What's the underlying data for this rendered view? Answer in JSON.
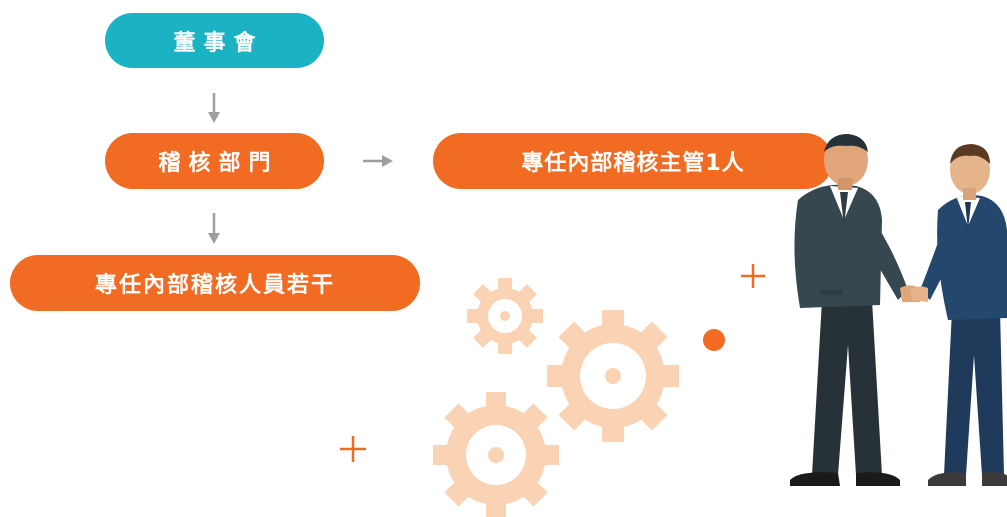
{
  "nodes": {
    "board": "董事會",
    "audit_dept": "稽核部門",
    "chief_auditor": "專任內部稽核主管1人",
    "audit_staff": "專任內部稽核人員若干"
  },
  "colors": {
    "board_fill": "#1BB3C4",
    "node_fill": "#F26B22",
    "arrow": "#9E9E9E",
    "gear": "#FAD2B4",
    "accent": "#F26B22"
  },
  "icons": {
    "connector": "arrow",
    "decoration": [
      "gear-icon",
      "plus-icon",
      "dot-icon",
      "handshake-illustration"
    ]
  }
}
